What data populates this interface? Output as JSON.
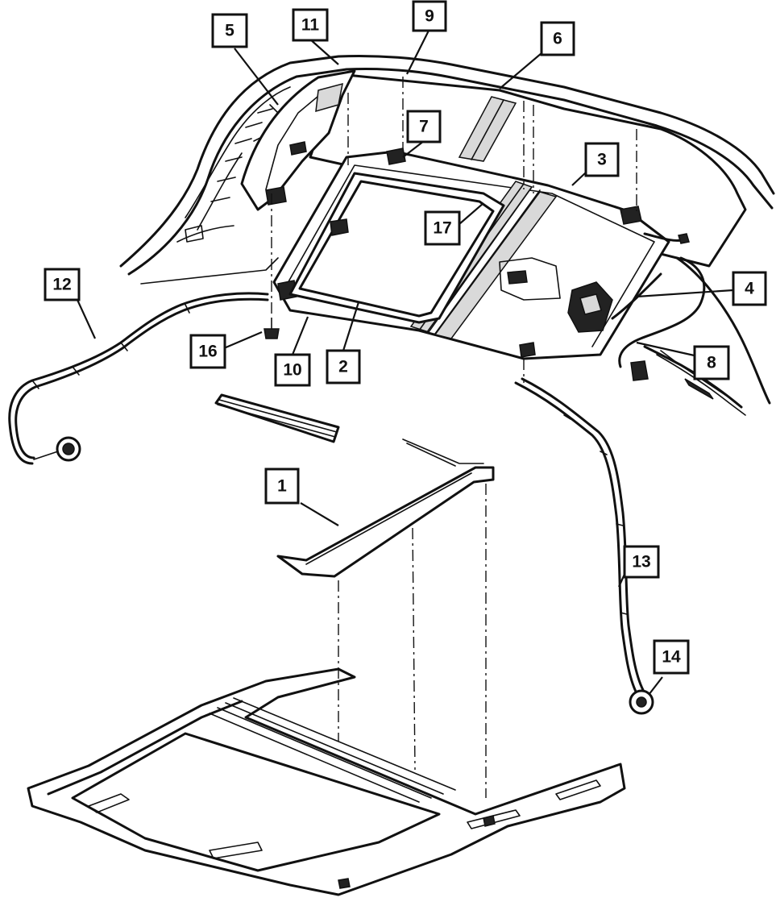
{
  "colors": {
    "ink": "#111111",
    "paper": "#ffffff"
  },
  "callouts": [
    {
      "id": "1",
      "label": "1"
    },
    {
      "id": "2",
      "label": "2"
    },
    {
      "id": "3",
      "label": "3"
    },
    {
      "id": "4",
      "label": "4"
    },
    {
      "id": "5",
      "label": "5"
    },
    {
      "id": "6",
      "label": "6"
    },
    {
      "id": "7",
      "label": "7"
    },
    {
      "id": "8",
      "label": "8"
    },
    {
      "id": "9",
      "label": "9"
    },
    {
      "id": "10",
      "label": "10"
    },
    {
      "id": "11",
      "label": "11"
    },
    {
      "id": "12",
      "label": "12"
    },
    {
      "id": "13",
      "label": "13"
    },
    {
      "id": "14",
      "label": "14"
    },
    {
      "id": "16",
      "label": "16"
    },
    {
      "id": "17",
      "label": "17"
    }
  ]
}
